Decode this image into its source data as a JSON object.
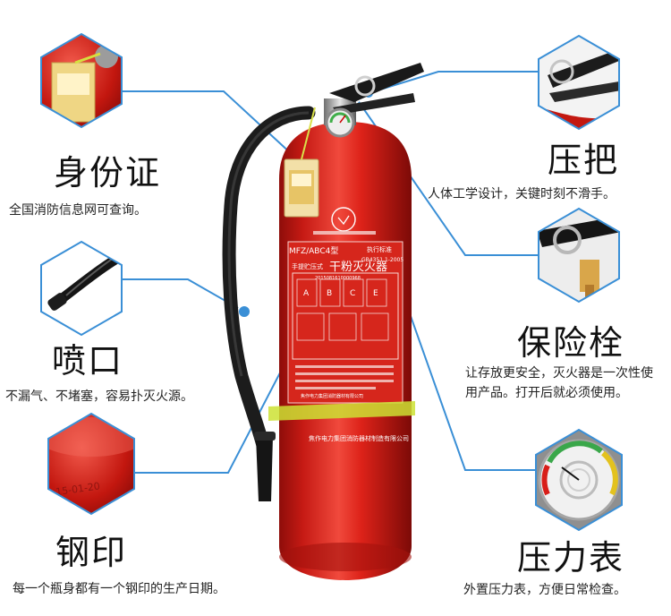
{
  "features": {
    "id_card": {
      "title": "身份证",
      "desc": "全国消防信息网可查询。"
    },
    "nozzle": {
      "title": "喷口",
      "desc": "不漏气、不堵塞，容易扑灭火源。"
    },
    "steel_stamp": {
      "title": "钢印",
      "desc": "每一个瓶身都有一个钢印的生产日期。"
    },
    "handle": {
      "title": "压把",
      "desc": "人体工学设计，关键时刻不滑手。"
    },
    "safety_pin": {
      "title": "保险栓",
      "desc": "让存放更安全，灭火器是一次性使用产品。打开后就必须使用。"
    },
    "gauge": {
      "title": "压力表",
      "desc": "外置压力表，方便日常检查。"
    }
  },
  "label_text": {
    "model": "MFZ/ABC4型",
    "product": "干粉灭火器",
    "type": "手提贮压式",
    "standard_head": "执行标准",
    "standard": "GB4351.1-2005",
    "maker": "焦作电力集团消防器材制造有限公司",
    "maker_small": "焦作电力集团消防器材有限公司",
    "classes": [
      "A",
      "B",
      "C",
      "E"
    ],
    "serial": "2015081610000968",
    "stamp_date": "15-01-20"
  },
  "colors": {
    "accent_line": "#3a8fd6",
    "extinguisher_red": "#d8201a",
    "hose": "#1c1c1c",
    "band": "#cde234"
  }
}
